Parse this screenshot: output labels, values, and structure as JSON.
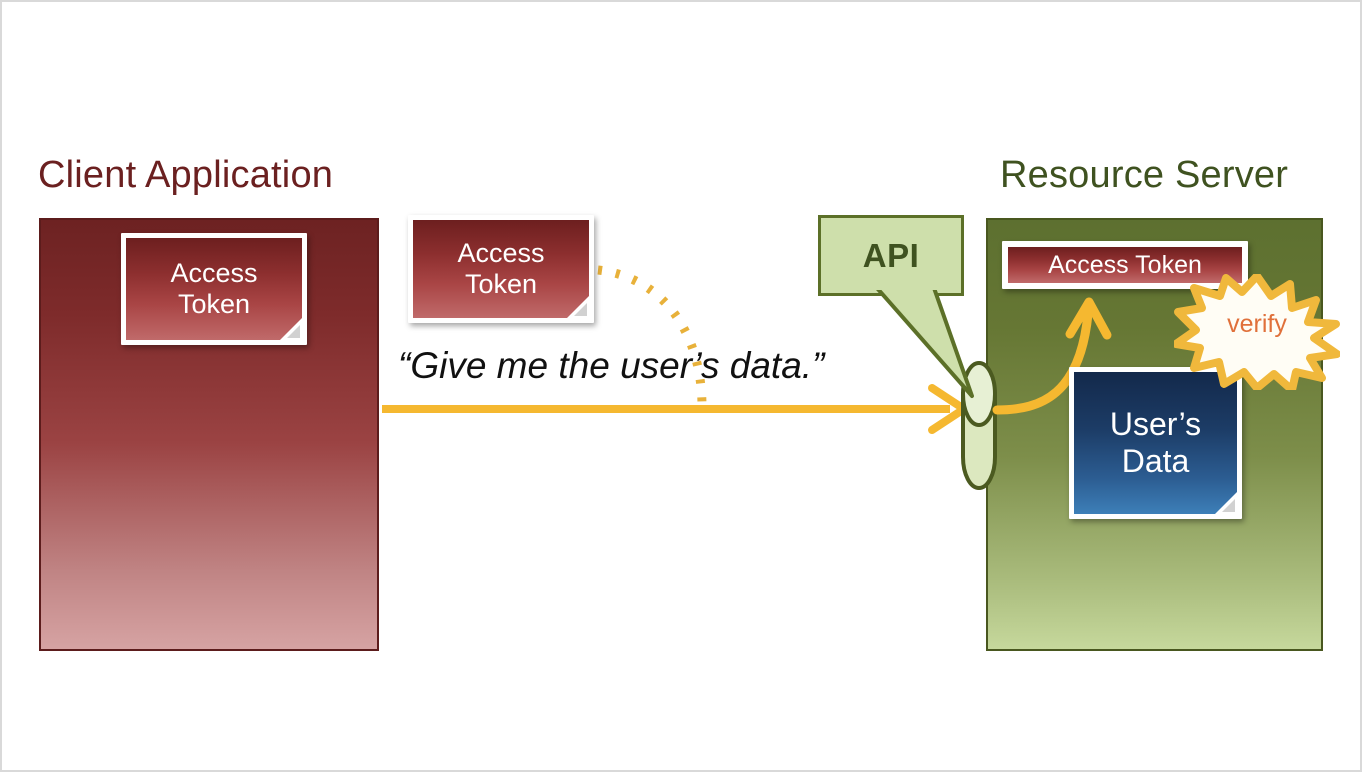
{
  "diagram": {
    "title_client": "Client Application",
    "title_server": "Resource Server",
    "quote": "“Give me the user’s data.”",
    "api_label": "API",
    "verify_label": "verify",
    "client_token_label": "Access\nToken",
    "client_token_line1": "Access",
    "client_token_line2": "Token",
    "transit_token_line1": "Access",
    "transit_token_line2": "Token",
    "server_token_label": "Access Token",
    "user_data_line1": "User’s",
    "user_data_line2": "Data"
  },
  "colors": {
    "client_red_dark": "#6d2222",
    "client_red_light": "#d6a3a3",
    "client_title": "#6b2020",
    "server_green_dark": "#5d7030",
    "server_green_light": "#c6d89c",
    "server_title": "#3f5220",
    "api_bubble_fill": "#cedfab",
    "api_bubble_border": "#5c7028",
    "arrow_orange": "#f5b830",
    "verify_text": "#e0703a",
    "burst_outline": "#f0b83c",
    "burst_fill": "#fffdf5",
    "user_data_blue_dark": "#13294b",
    "user_data_blue_light": "#3d7fb8",
    "canvas_border": "#d9d9d9"
  },
  "icons": {
    "cylinder": "api-endpoint-cylinder-icon",
    "burst": "starburst-icon",
    "arrow": "arrow-icon",
    "dotted_arc": "dotted-arc-icon"
  }
}
